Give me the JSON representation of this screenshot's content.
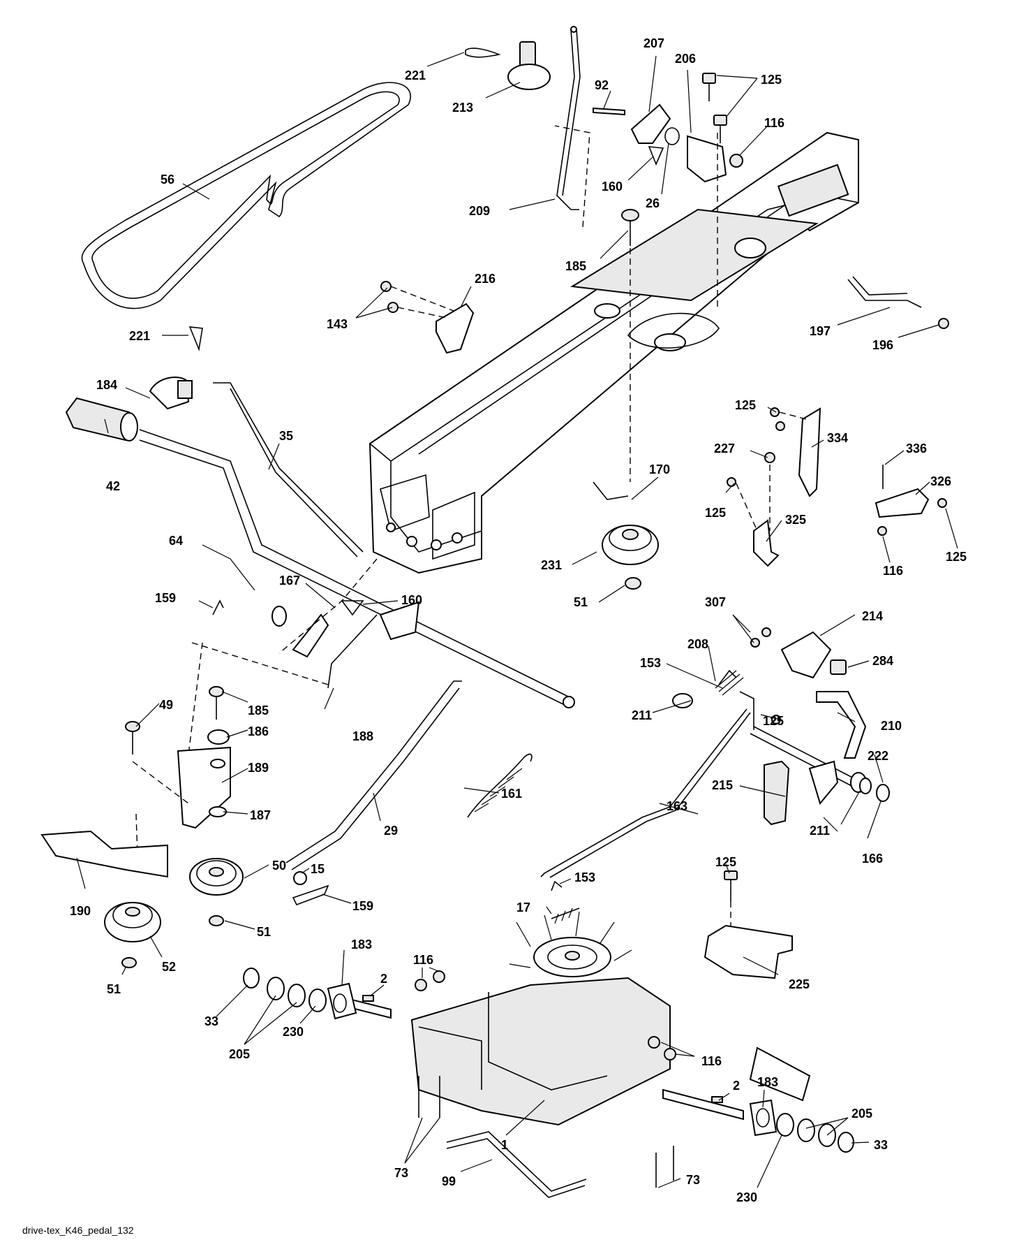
{
  "labels": [
    "221",
    "213",
    "207",
    "92",
    "206",
    "125",
    "116",
    "56",
    "160",
    "26",
    "209",
    "185",
    "216",
    "143",
    "197",
    "196",
    "221",
    "184",
    "35",
    "42",
    "125",
    "334",
    "227",
    "170",
    "336",
    "326",
    "125",
    "325",
    "116",
    "125",
    "64",
    "167",
    "160",
    "231",
    "51",
    "159",
    "307",
    "214",
    "208",
    "284",
    "153",
    "49",
    "185",
    "186",
    "188",
    "211",
    "125",
    "210",
    "222",
    "189",
    "161",
    "215",
    "187",
    "29",
    "163",
    "211",
    "166",
    "50",
    "15",
    "159",
    "190",
    "153",
    "17",
    "125",
    "51",
    "52",
    "51",
    "183",
    "2",
    "116",
    "33",
    "205",
    "230",
    "116",
    "225",
    "2",
    "183",
    "1",
    "205",
    "73",
    "33",
    "230",
    "99",
    "73"
  ],
  "caption": "drive-tex_K46_pedal_132"
}
